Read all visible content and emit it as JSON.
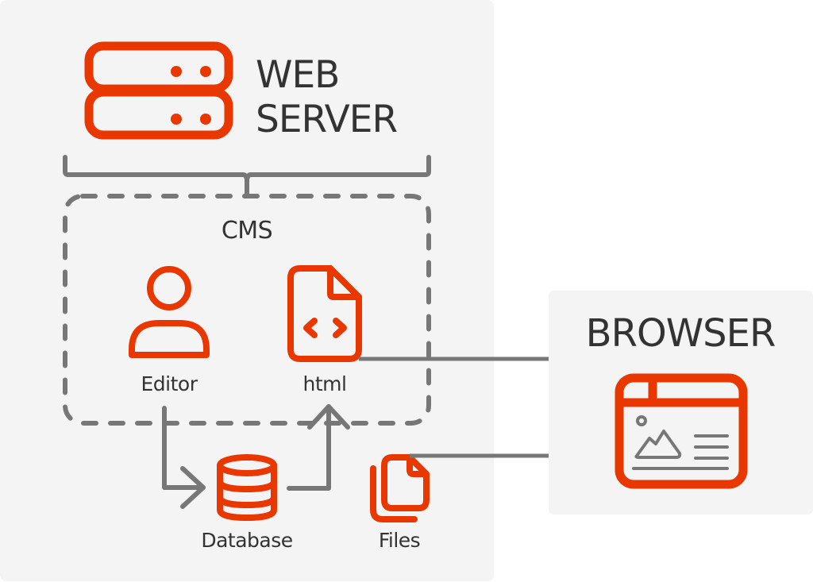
{
  "web_server": {
    "title_line1": "WEB",
    "title_line2": "SERVER",
    "icon": "server-icon"
  },
  "cms": {
    "label": "CMS",
    "editor": {
      "label": "Editor",
      "icon": "user-icon"
    },
    "html": {
      "label": "html",
      "icon": "code-file-icon"
    }
  },
  "database": {
    "label": "Database",
    "icon": "database-icon"
  },
  "files": {
    "label": "Files",
    "icon": "files-icon"
  },
  "browser": {
    "title": "BROWSER",
    "icon": "browser-window-icon"
  },
  "colors": {
    "accent": "#e93700",
    "connector": "#777777",
    "text": "#333333",
    "panel": "#f4f4f4"
  }
}
